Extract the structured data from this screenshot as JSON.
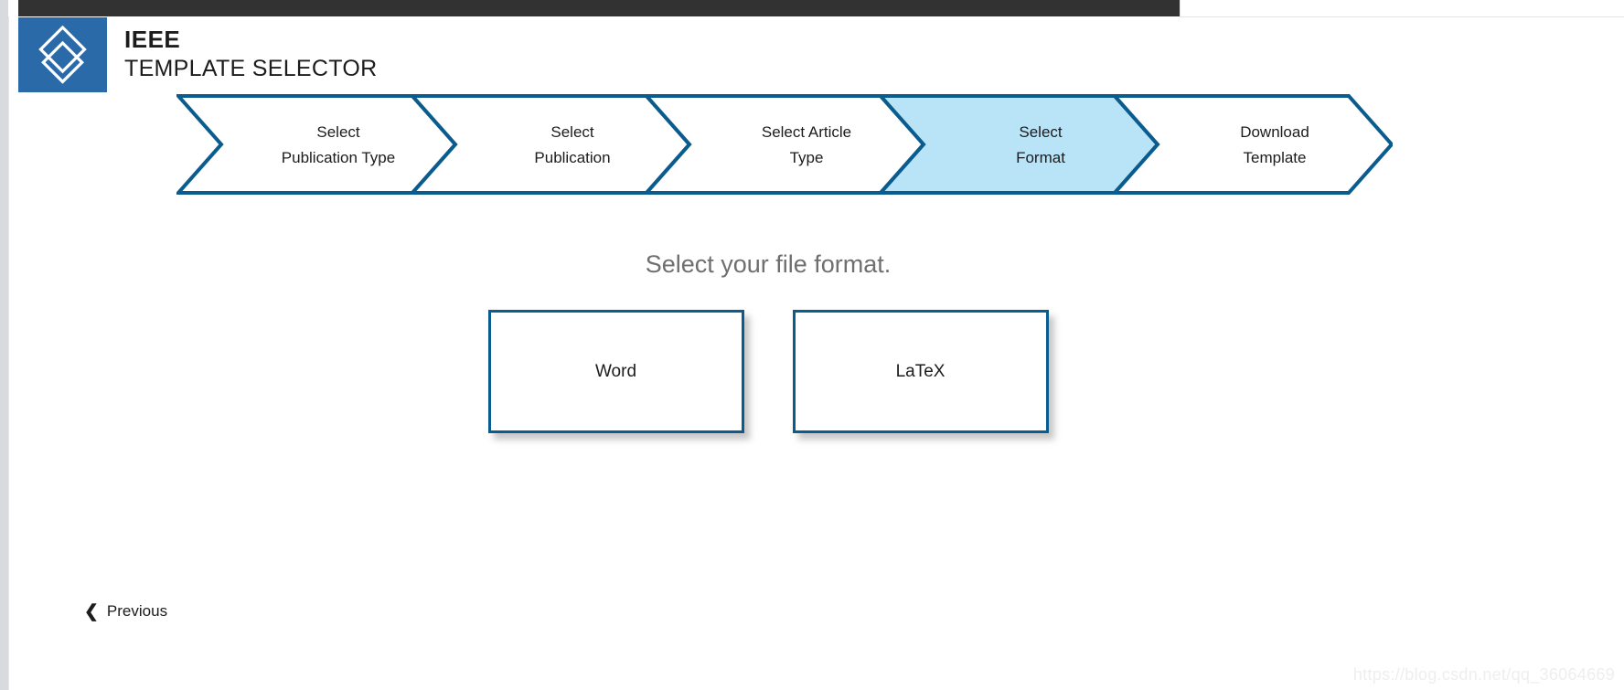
{
  "browser_chrome": {
    "primary_button_label": "",
    "outline_button_label": ""
  },
  "brand": {
    "logo_icon": "ieee-diamond-logo",
    "line1": "IEEE",
    "line2": "TEMPLATE SELECTOR"
  },
  "stepper": {
    "active_index": 3,
    "active_fill": "#b9e3f7",
    "stroke": "#0b5c8e",
    "steps": [
      {
        "line1": "Select",
        "line2": "Publication Type"
      },
      {
        "line1": "Select",
        "line2": "Publication"
      },
      {
        "line1": "Select Article",
        "line2": "Type"
      },
      {
        "line1": "Select",
        "line2": "Format"
      },
      {
        "line1": "Download",
        "line2": "Template"
      }
    ]
  },
  "main": {
    "heading": "Select your file format.",
    "formats": [
      {
        "label": "Word"
      },
      {
        "label": "LaTeX"
      }
    ]
  },
  "footer": {
    "previous_icon": "chevron-left-icon",
    "previous_label": "Previous"
  },
  "watermark": {
    "text": "https://blog.csdn.net/qq_36064669"
  }
}
